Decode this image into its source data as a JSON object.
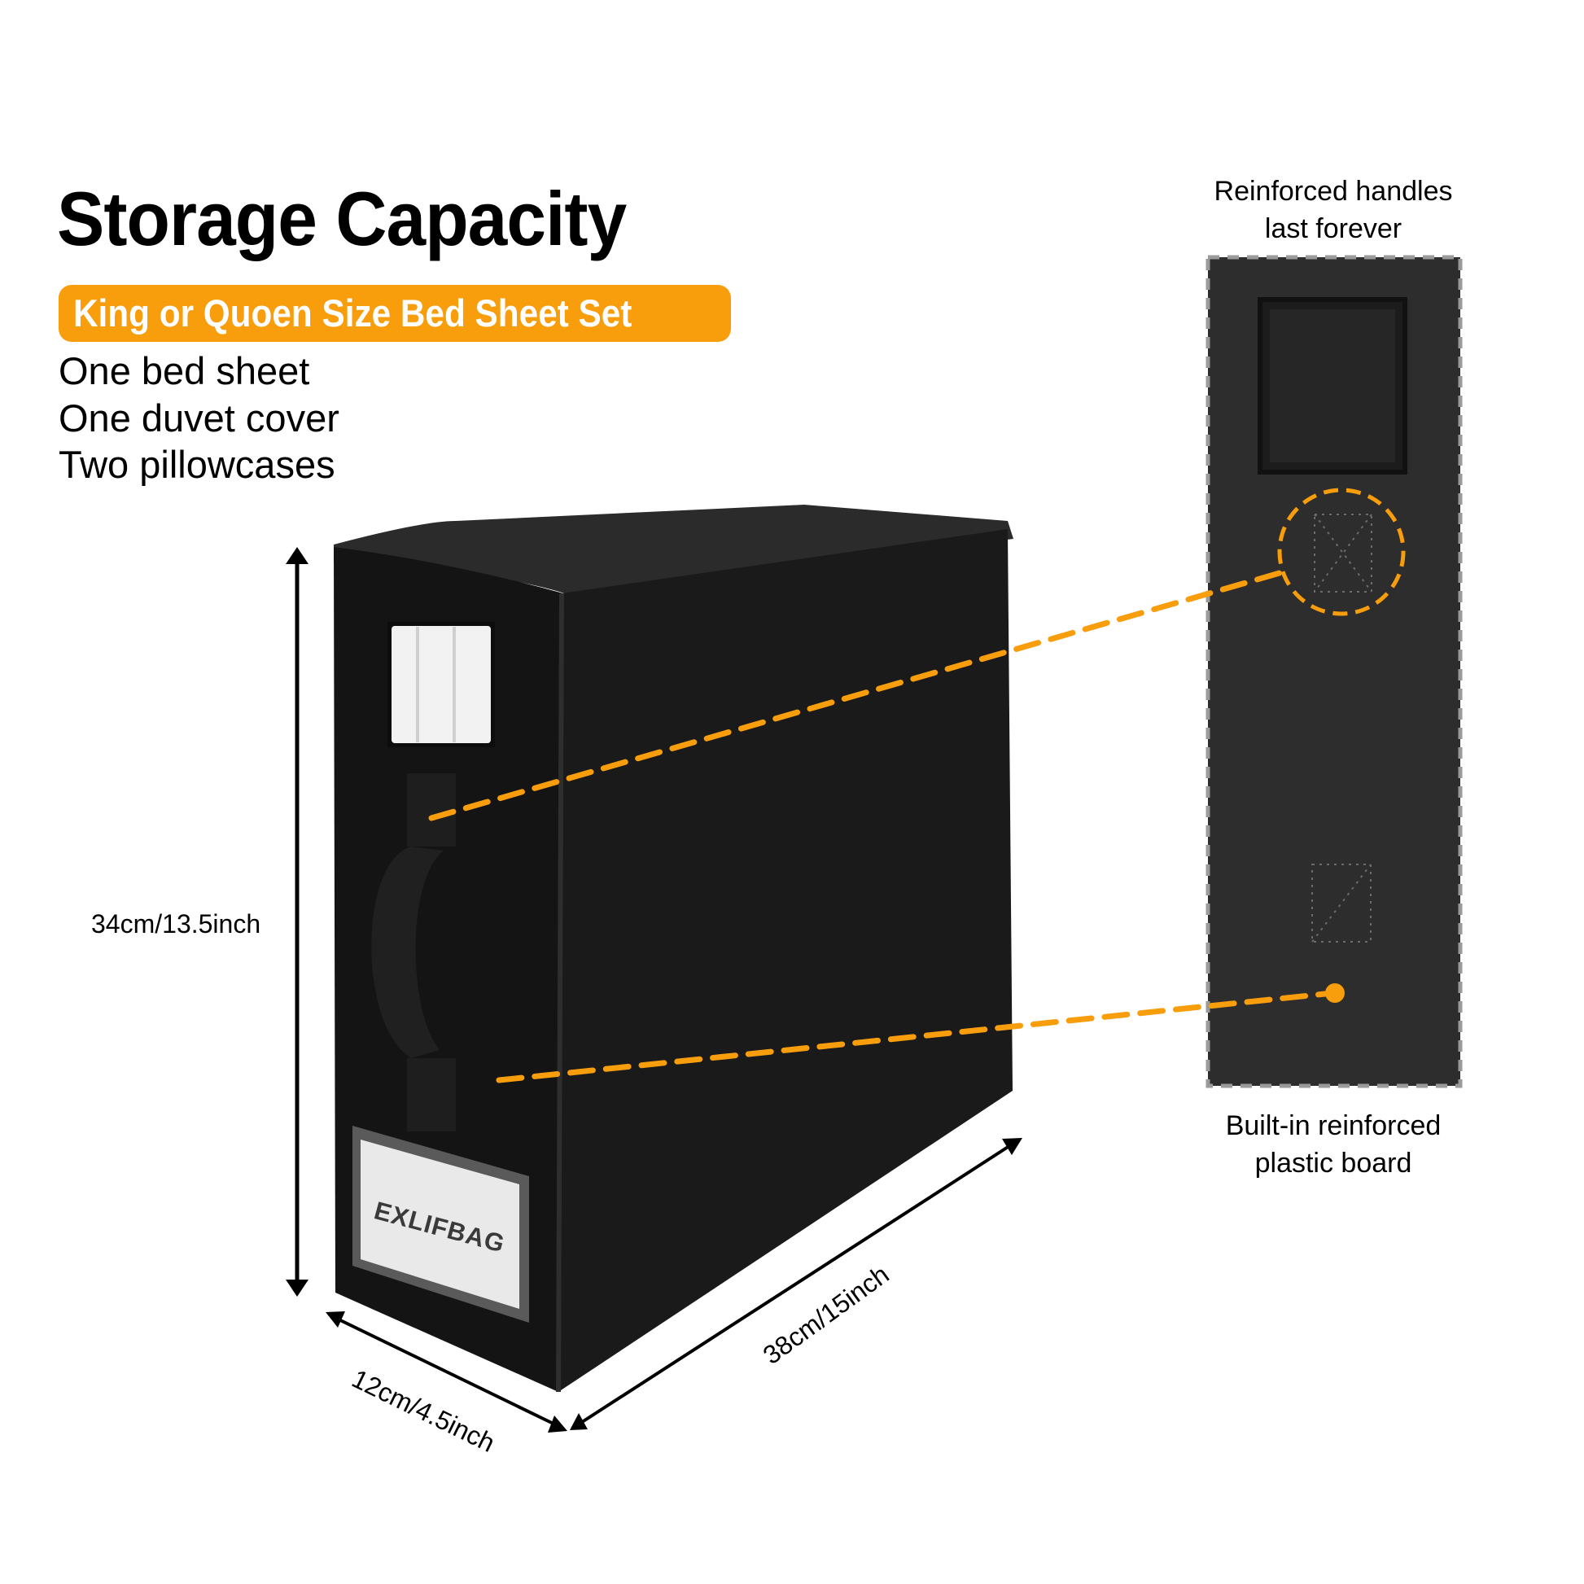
{
  "heading": {
    "title": "Storage Capacity",
    "badge": "King or Quoen Size Bed Sheet Set"
  },
  "capacity_items": [
    "One bed sheet",
    "One duvet cover",
    "Two pillowcases"
  ],
  "callouts": {
    "top": [
      "Reinforced handles",
      "last forever"
    ],
    "bottom": [
      "Built-in reinforced",
      "plastic board"
    ]
  },
  "dimensions": {
    "height": "34cm/13.5inch",
    "depth": "12cm/4.5inch",
    "length": "38cm/15inch"
  },
  "product": {
    "label_brand": "EXLIFBAG"
  },
  "colors": {
    "accent": "#f89d0c",
    "box": "#161616",
    "panel": "#2d2d2d",
    "text": "#000000"
  },
  "icons": {
    "dimension_arrows": "double-headed-arrow",
    "callout_marker": "dashed-circle",
    "callout_dot": "filled-circle"
  }
}
